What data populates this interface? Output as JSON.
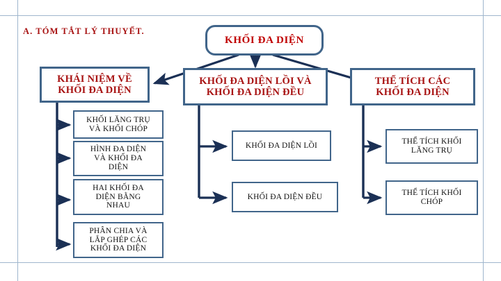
{
  "document": {
    "section_title": "A. TÓM TẮT LÝ THUYẾT."
  },
  "colors": {
    "node_border": "#41658a",
    "level1_text": "#a81313",
    "root_text": "#c00000",
    "level2_text": "#121212",
    "connector": "#1b3055",
    "guide_line": "#9fb6cd",
    "page_background": "#ffffff"
  },
  "diagram": {
    "type": "organization-chart",
    "root": {
      "label": "KHỐI ĐA DIỆN",
      "shape": "rounded-rectangle"
    },
    "branches": [
      {
        "id": "khai-niem",
        "label": "KHÁI NIỆM VỀ\nKHỐI ĐA DIỆN",
        "children": [
          {
            "id": "khoi-lang-tru-va-khoi-chop",
            "label": "KHỐI LĂNG TRỤ\nVÀ KHỐI CHÓP"
          },
          {
            "id": "hinh-da-dien-va-khoi-da-dien",
            "label": "HÌNH ĐA DIỆN\nVÀ KHỐI ĐA\nDIỆN"
          },
          {
            "id": "hai-khoi-da-dien-bang-nhau",
            "label": "HAI KHỐI ĐA\nDIỆN BẰNG\nNHAU"
          },
          {
            "id": "phan-chia-va-lap-ghep",
            "label": "PHÂN CHIA VÀ\nLẮP GHÉP CÁC\nKHỐI ĐA DIỆN"
          }
        ]
      },
      {
        "id": "khoi-da-dien-loi-va-deu",
        "label": "KHỐI ĐA DIỆN LỒI VÀ\nKHỐI ĐA DIỆN ĐỀU",
        "children": [
          {
            "id": "khoi-da-dien-loi",
            "label": "KHỐI ĐA DIỆN LỒI"
          },
          {
            "id": "khoi-da-dien-deu",
            "label": "KHỐI ĐA DIỆN  ĐỀU"
          }
        ]
      },
      {
        "id": "the-tich-cac-khoi-da-dien",
        "label": "THỂ TÍCH CÁC\nKHỐI ĐA DIỆN",
        "children": [
          {
            "id": "the-tich-khoi-lang-tru",
            "label": "THỂ TÍCH KHỐI\nLĂNG TRỤ"
          },
          {
            "id": "the-tich-khoi-chop",
            "label": "THỂ TÍCH KHỐI\nCHÓP"
          }
        ]
      }
    ]
  }
}
